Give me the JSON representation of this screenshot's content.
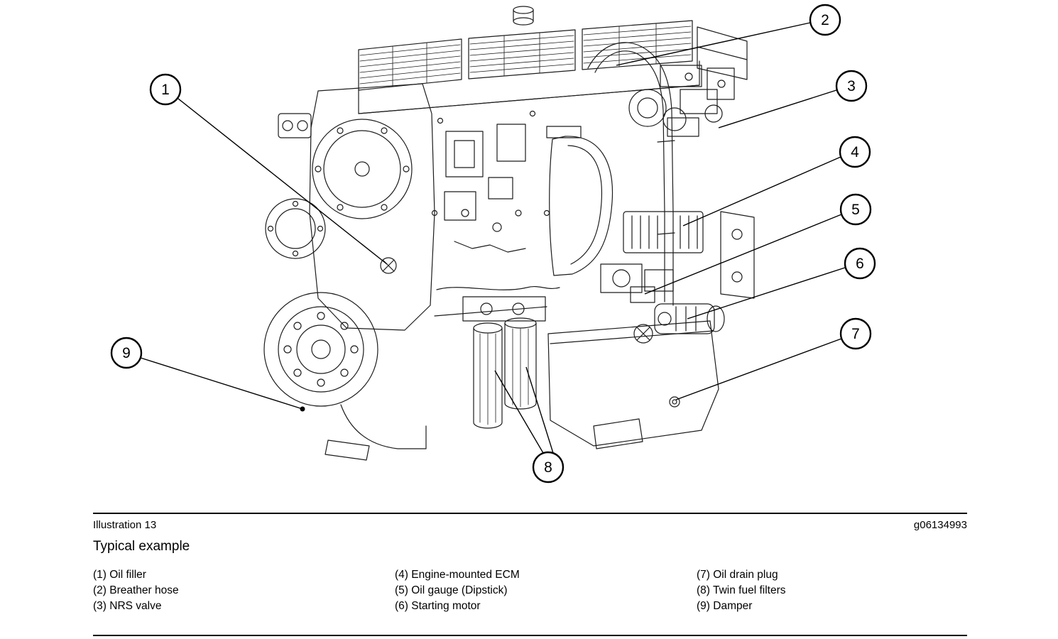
{
  "figure": {
    "illustration_label": "Illustration 13",
    "figure_code": "g06134993",
    "caption": "Typical example"
  },
  "colors": {
    "ink": "#1c1c1c",
    "background": "#ffffff"
  },
  "callouts": [
    {
      "n": "1",
      "label": "Oil filler"
    },
    {
      "n": "2",
      "label": "Breather hose"
    },
    {
      "n": "3",
      "label": "NRS valve"
    },
    {
      "n": "4",
      "label": "Engine-mounted ECM"
    },
    {
      "n": "5",
      "label": "Oil gauge (Dipstick)"
    },
    {
      "n": "6",
      "label": "Starting motor"
    },
    {
      "n": "7",
      "label": "Oil drain plug"
    },
    {
      "n": "8",
      "label": "Twin fuel filters"
    },
    {
      "n": "9",
      "label": "Damper"
    }
  ],
  "legend": {
    "columns": [
      [
        "(1) Oil filler",
        "(2) Breather hose",
        "(3) NRS valve"
      ],
      [
        "(4) Engine-mounted ECM",
        "(5) Oil gauge (Dipstick)",
        "(6) Starting motor"
      ],
      [
        "(7) Oil drain plug",
        "(8) Twin fuel filters",
        "(9) Damper"
      ]
    ]
  }
}
